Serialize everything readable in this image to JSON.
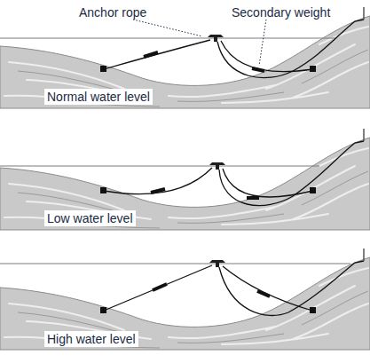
{
  "diagram": {
    "labels": [
      "Anchor rope",
      "Secondary weight",
      "Normal water level",
      "Low water level",
      "High water level"
    ]
  }
}
